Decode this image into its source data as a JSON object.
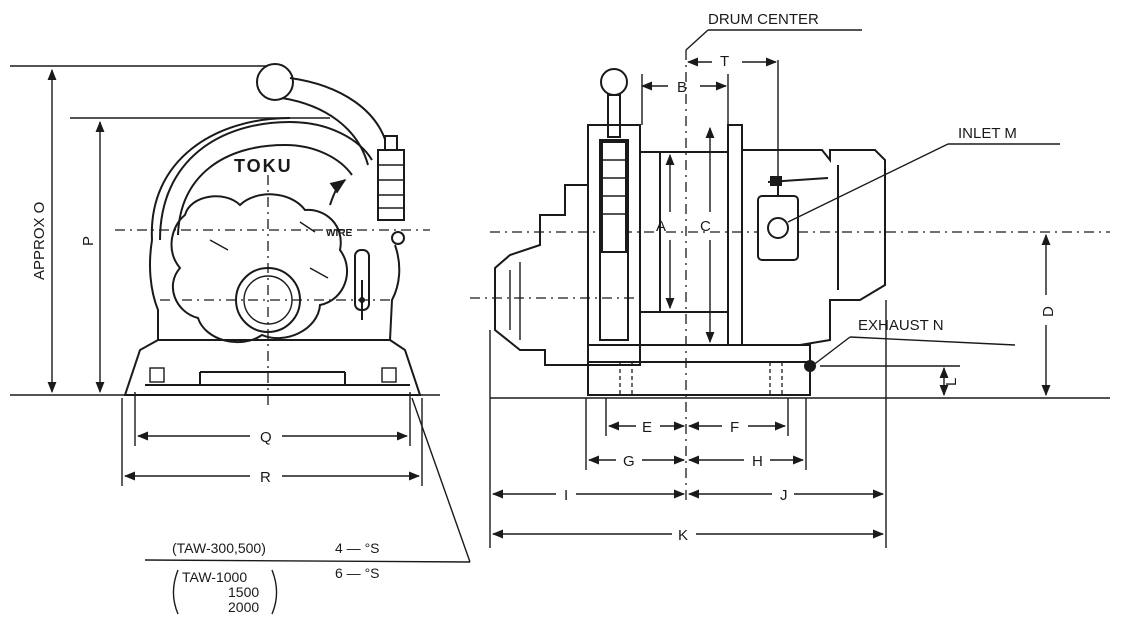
{
  "front_view": {
    "brand": "TOKU",
    "wire_tag": "WIRE",
    "dims": {
      "approx_o": "APPROX  O",
      "p": "P",
      "q": "Q",
      "r": "R"
    }
  },
  "side_view": {
    "drum_center": "DRUM CENTER",
    "inlet": "INLET   M",
    "exhaust": "EXHAUST   N",
    "dims": {
      "t": "T",
      "b": "B",
      "a": "A",
      "c": "C",
      "d": "D",
      "l": "L",
      "e": "E",
      "f": "F",
      "g": "G",
      "h": "H",
      "i": "I",
      "j": "J",
      "k": "K"
    }
  },
  "bolt_note": {
    "row1_models": "(TAW-300,500)",
    "row1_spec": "4 — °S",
    "row2_model_1": "TAW-1000",
    "row2_model_2": "1500",
    "row2_model_3": "2000",
    "row2_spec": "6 — °S"
  }
}
